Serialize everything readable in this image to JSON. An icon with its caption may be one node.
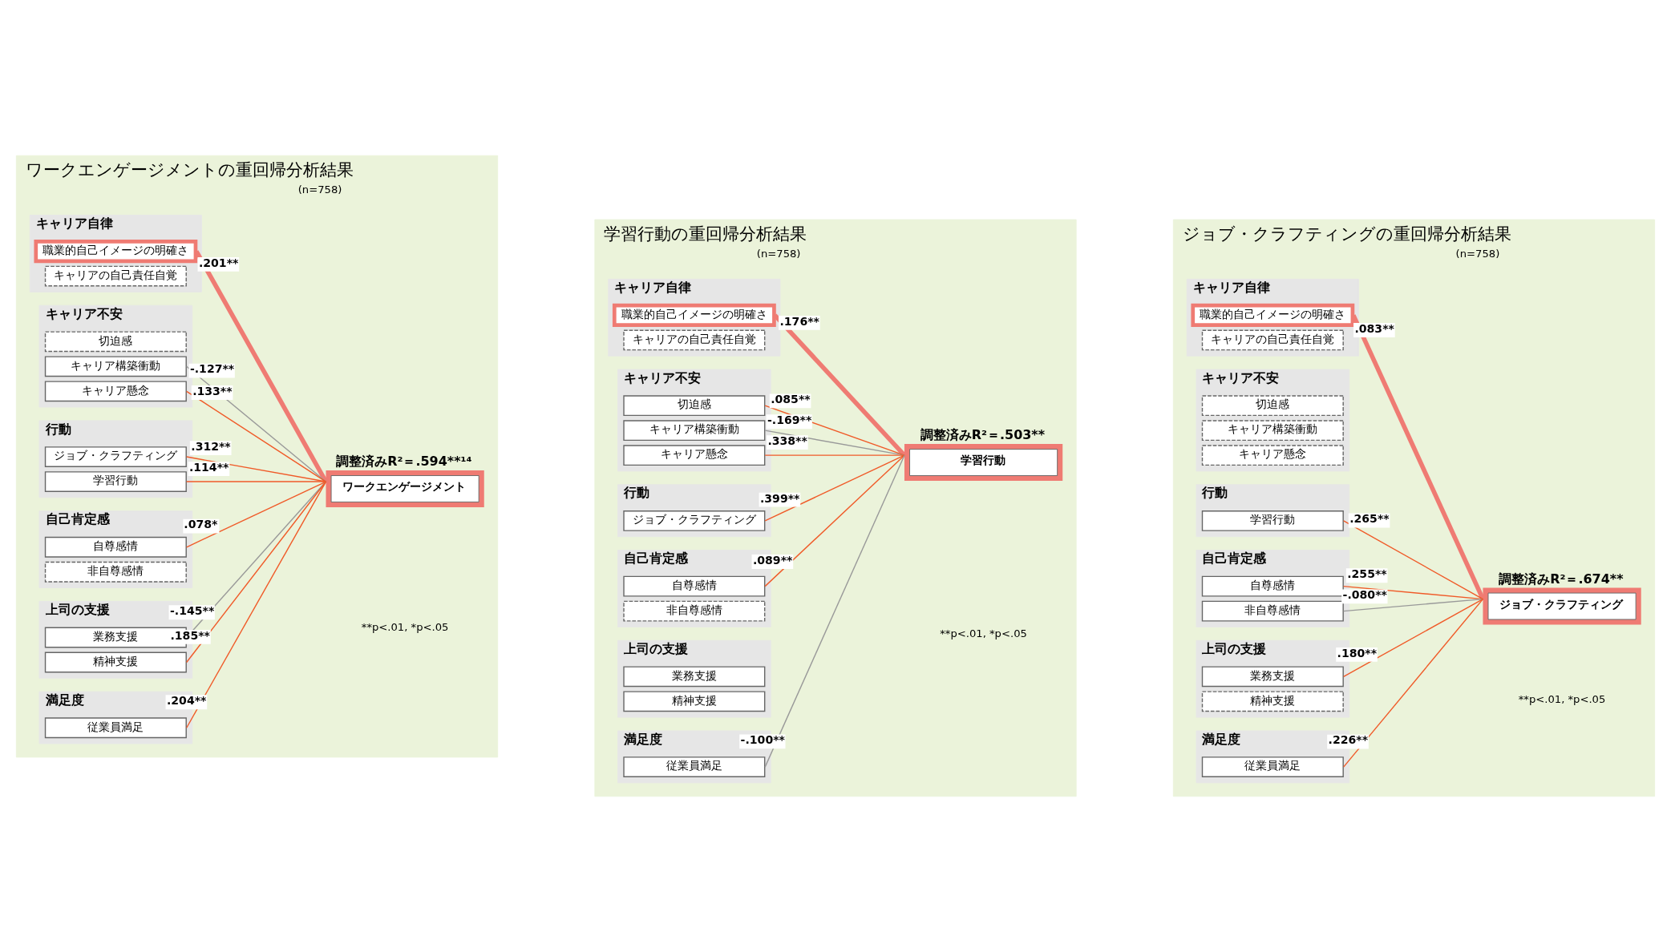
{
  "diagram": {
    "nodes": [
      {
        "text": [
          "ワークエンゲージメントの重回帰分析結果",
          "(n=758)"
        ]
      },
      {
        "text": [
          "キャリア自律"
        ],
        "in": 0
      },
      {
        "text": [
          "職業的自己イメージの明確さ"
        ],
        "in": 1
      },
      {
        "text": [
          "キャリアの自己責任自覚"
        ],
        "in": 1
      },
      {
        "text": [
          "キャリア不安"
        ],
        "in": 0
      },
      {
        "text": [
          "切迫感"
        ],
        "in": 4
      },
      {
        "text": [
          "キャリア構築衝動"
        ],
        "in": 4
      },
      {
        "text": [
          "キャリア懸念"
        ],
        "in": 4
      },
      {
        "text": [
          "行動"
        ],
        "in": 0
      },
      {
        "text": [
          "ジョブ・クラフティング"
        ],
        "in": 8
      },
      {
        "text": [
          "学習行動"
        ],
        "in": 8
      },
      {
        "text": [
          "自己肯定感"
        ],
        "in": 0
      },
      {
        "text": [
          "自尊感情"
        ],
        "in": 11
      },
      {
        "text": [
          "非自尊感情"
        ],
        "in": 11
      },
      {
        "text": [
          "上司の支援"
        ],
        "in": 0
      },
      {
        "text": [
          "業務支援"
        ],
        "in": 14
      },
      {
        "text": [
          "精神支援"
        ],
        "in": 14
      },
      {
        "text": [
          "満足度"
        ],
        "in": 0
      },
      {
        "text": [
          "従業員満足"
        ],
        "in": 17
      },
      {
        "text": [
          "ワークエンゲージメント"
        ],
        "in": 0,
        "beside": [
          "調整済みR²＝.594**¹⁴"
        ]
      },
      {
        "text": [
          "学習行動の重回帰分析結果",
          "(n=758)"
        ]
      },
      {
        "text": [
          "キャリア自律"
        ],
        "in": 20
      },
      {
        "text": [
          "職業的自己イメージの明確さ"
        ],
        "in": 21
      },
      {
        "text": [
          "キャリアの自己責任自覚"
        ],
        "in": 21
      },
      {
        "text": [
          "キャリア不安"
        ],
        "in": 20
      },
      {
        "text": [
          "切迫感"
        ],
        "in": 24
      },
      {
        "text": [
          "キャリア構築衝動"
        ],
        "in": 24
      },
      {
        "text": [
          "キャリア懸念"
        ],
        "in": 24
      },
      {
        "text": [
          "行動"
        ],
        "in": 20
      },
      {
        "text": [
          "ジョブ・クラフティング"
        ],
        "in": 28
      },
      {
        "text": [
          "自己肯定感"
        ],
        "in": 20
      },
      {
        "text": [
          "自尊感情"
        ],
        "in": 30
      },
      {
        "text": [
          "非自尊感情"
        ],
        "in": 30
      },
      {
        "text": [
          "上司の支援"
        ],
        "in": 20
      },
      {
        "text": [
          "業務支援"
        ],
        "in": 33
      },
      {
        "text": [
          "精神支援"
        ],
        "in": 33
      },
      {
        "text": [
          "満足度"
        ],
        "in": 20
      },
      {
        "text": [
          "従業員満足"
        ],
        "in": 36
      },
      {
        "text": [
          "学習行動"
        ],
        "in": 20,
        "beside": [
          "調整済みR²＝.503**"
        ]
      },
      {
        "text": [
          "ジョブ・クラフティングの重回帰分析結果",
          "(n=758)"
        ]
      },
      {
        "text": [
          "キャリア自律"
        ],
        "in": 39
      },
      {
        "text": [
          "職業的自己イメージの明確さ"
        ],
        "in": 40
      },
      {
        "text": [
          "キャリアの自己責任自覚"
        ],
        "in": 40
      },
      {
        "text": [
          "キャリア不安"
        ],
        "in": 39
      },
      {
        "text": [
          "切迫感"
        ],
        "in": 43
      },
      {
        "text": [
          "キャリア構築衝動"
        ],
        "in": 43
      },
      {
        "text": [
          "キャリア懸念"
        ],
        "in": 43
      },
      {
        "text": [
          "行動"
        ],
        "in": 39
      },
      {
        "text": [
          "学習行動"
        ],
        "in": 47
      },
      {
        "text": [
          "自己肯定感"
        ],
        "in": 39
      },
      {
        "text": [
          "自尊感情"
        ],
        "in": 49
      },
      {
        "text": [
          "非自尊感情"
        ],
        "in": 49
      },
      {
        "text": [
          "上司の支援"
        ],
        "in": 39
      },
      {
        "text": [
          "業務支援"
        ],
        "in": 52
      },
      {
        "text": [
          "精神支援"
        ],
        "in": 52
      },
      {
        "text": [
          "満足度"
        ],
        "in": 39
      },
      {
        "text": [
          "従業員満足"
        ],
        "in": 55
      },
      {
        "text": [
          "ジョブ・クラフティング"
        ],
        "in": 39,
        "beside": [
          "調整済みR²＝.674**"
        ]
      }
    ],
    "edges": [
      {
        "from": 2,
        "to": 19,
        "arrow": "none",
        "label": ".201**",
        "style": "thick",
        "color": "#ef7b73"
      },
      {
        "from": 6,
        "to": 19,
        "arrow": "none",
        "label": "-.127**",
        "color": "#999999"
      },
      {
        "from": 7,
        "to": 19,
        "arrow": "none",
        "label": ".133**"
      },
      {
        "from": 9,
        "to": 19,
        "arrow": "none",
        "label": ".312**"
      },
      {
        "from": 10,
        "to": 19,
        "arrow": "none",
        "label": ".114**"
      },
      {
        "from": 12,
        "to": 19,
        "arrow": "none",
        "label": ".078*"
      },
      {
        "from": 15,
        "to": 19,
        "arrow": "none",
        "label": "-.145**",
        "color": "#999999"
      },
      {
        "from": 16,
        "to": 19,
        "arrow": "none",
        "label": ".185**"
      },
      {
        "from": 18,
        "to": 19,
        "arrow": "none",
        "label": ".204**"
      },
      {
        "from": 22,
        "to": 38,
        "arrow": "none",
        "label": ".176**",
        "style": "thick",
        "color": "#ef7b73"
      },
      {
        "from": 25,
        "to": 38,
        "arrow": "none",
        "label": ".085**"
      },
      {
        "from": 26,
        "to": 38,
        "arrow": "none",
        "label": "-.169**",
        "color": "#999999"
      },
      {
        "from": 27,
        "to": 38,
        "arrow": "none",
        "label": ".338**"
      },
      {
        "from": 29,
        "to": 38,
        "arrow": "none",
        "label": ".399**"
      },
      {
        "from": 31,
        "to": 38,
        "arrow": "none",
        "label": ".089**"
      },
      {
        "from": 37,
        "to": 38,
        "arrow": "none",
        "label": "-.100**",
        "color": "#999999"
      },
      {
        "from": 41,
        "to": 57,
        "arrow": "none",
        "label": ".083**",
        "style": "thick",
        "color": "#ef7b73"
      },
      {
        "from": 48,
        "to": 57,
        "arrow": "none",
        "label": ".265**"
      },
      {
        "from": 50,
        "to": 57,
        "arrow": "none",
        "label": ".255**"
      },
      {
        "from": 51,
        "to": 57,
        "arrow": "none",
        "label": "-.080**",
        "color": "#999999"
      },
      {
        "from": 53,
        "to": 57,
        "arrow": "none",
        "label": ".180**"
      },
      {
        "from": 56,
        "to": 57,
        "arrow": "none",
        "label": ".226**"
      }
    ],
    "labels": [
      "**p<.01, *p<.05",
      "**p<.01, *p<.05",
      "**p<.01, *p<.05"
    ]
  }
}
